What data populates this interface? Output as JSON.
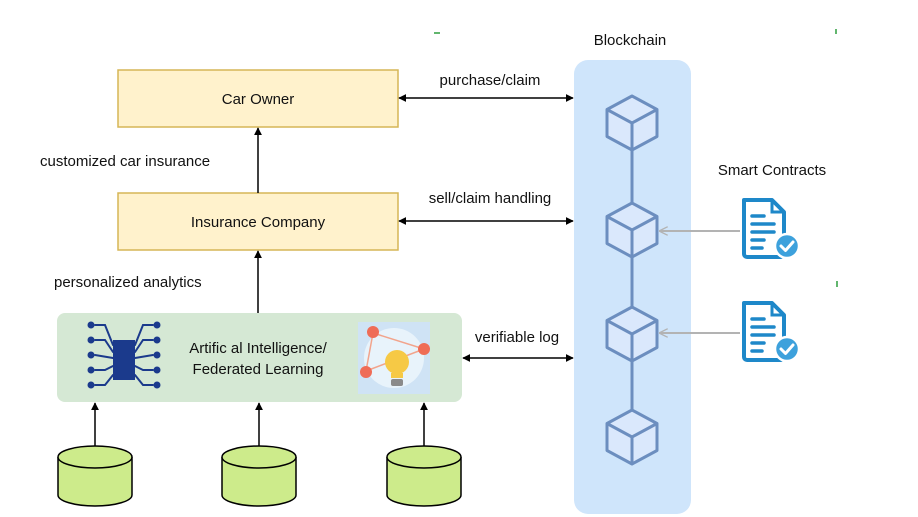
{
  "labels": {
    "car_owner": "Car Owner",
    "insurance_company": "Insurance Company",
    "ai_line1": "Artific al Intelligence/",
    "ai_line2": "Federated Learning",
    "blockchain": "Blockchain",
    "smart_contracts": "Smart Contracts"
  },
  "edges": {
    "customized": "customized car insurance",
    "personalized": "personalized analytics",
    "purchase_claim": "purchase/claim",
    "sell_claim": "sell/claim handling",
    "verifiable_log": "verifiable log"
  },
  "colors": {
    "owner_fill": "#fff2cc",
    "owner_stroke": "#d6b656",
    "ai_fill": "#d5e8d4",
    "db_fill": "#cdeb8b",
    "blockchain_fill": "#cfe5fb",
    "block_fill": "#dae8fc",
    "block_stroke": "#6c8ebf",
    "doc_blue": "#1e88c9",
    "check_blue": "#3da1dc",
    "arrow": "#000000",
    "gray_arrow": "#b3b3b3"
  }
}
